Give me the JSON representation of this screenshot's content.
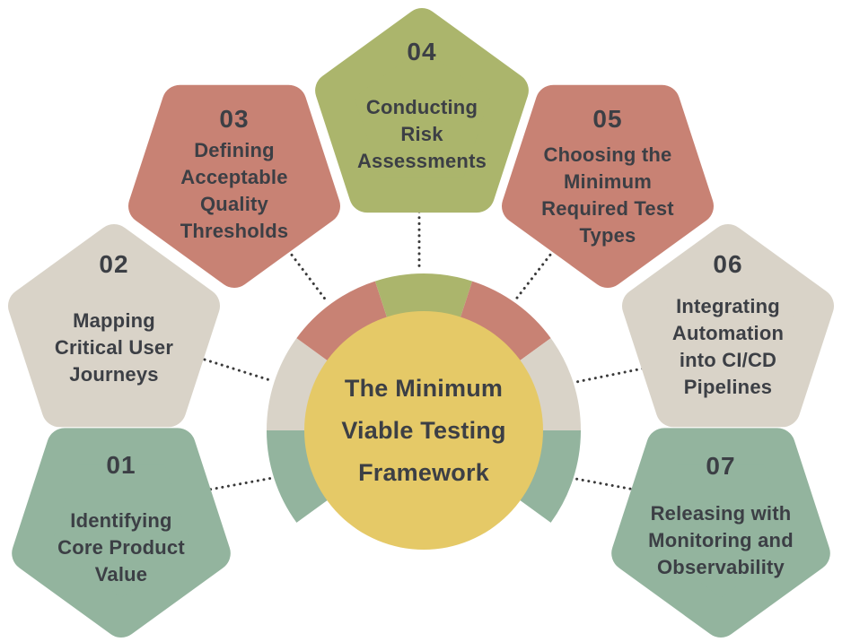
{
  "center": {
    "title_lines": [
      "The Minimum",
      "Viable Testing",
      "Framework"
    ]
  },
  "steps": [
    {
      "number": "01",
      "color_name": "green",
      "lines": [
        "Identifying",
        "Core Product",
        "Value"
      ]
    },
    {
      "number": "02",
      "color_name": "beige",
      "lines": [
        "Mapping",
        "Critical User",
        "Journeys"
      ]
    },
    {
      "number": "03",
      "color_name": "red",
      "lines": [
        "Defining",
        "Acceptable",
        "Quality",
        "Thresholds"
      ]
    },
    {
      "number": "04",
      "color_name": "olive",
      "lines": [
        "Conducting",
        "Risk",
        "Assessments"
      ]
    },
    {
      "number": "05",
      "color_name": "red",
      "lines": [
        "Choosing the",
        "Minimum",
        "Required Test",
        "Types"
      ]
    },
    {
      "number": "06",
      "color_name": "beige",
      "lines": [
        "Integrating",
        "Automation",
        "into CI/CD",
        "Pipelines"
      ]
    },
    {
      "number": "07",
      "color_name": "green",
      "lines": [
        "Releasing with",
        "Monitoring and",
        "Observability"
      ]
    }
  ],
  "palette": {
    "green": "#93B49E",
    "beige": "#D9D3C8",
    "red": "#C88274",
    "olive": "#ABB56C",
    "yellow": "#E5C967",
    "text": "#3C3F45",
    "dots": "#3A3A3A",
    "background": "#FFFFFF"
  }
}
